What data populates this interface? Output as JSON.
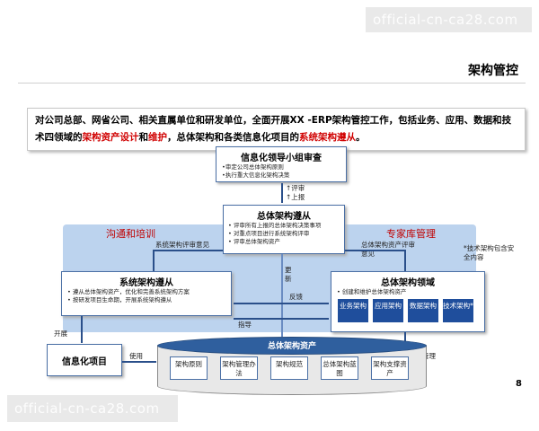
{
  "page_title": "架构管控",
  "intro": {
    "part1": "对公司总部、网省公司、相关直属单位和研发单位，全面开展XX -ERP架构管控工作，包括业务、应用、数据和技术四领域的",
    "red1": "架构资产设计",
    "mid": "和",
    "red2": "维护",
    "part2": "，总体架构和各类信息化项目的",
    "red3": "系统架构遵从",
    "end": "。"
  },
  "leader_box": {
    "title": "信息化领导小组审查",
    "items": [
      "•审定公司总体架构原则",
      "•执行重大信息化架构决策"
    ]
  },
  "review_label": "↑评审",
  "report_label": "↑上报",
  "overall_compliance": {
    "title": "总体架构遵从",
    "items": [
      "• 评审所有上报的总体架构决策事项",
      "• 对重点项目进行系统架构评审",
      "• 评审总体架构资产"
    ]
  },
  "band_left_label": "沟通和培训",
  "band_right_label": "专家库管理",
  "sys_review_label": "系统架构评审意见",
  "overall_review_label": "总体架构资产评审意见",
  "tech_note": "*技术架构包含安全内容",
  "system_compliance": {
    "title": "系统架构遵从",
    "items": [
      "• 遵从总体架构资产，优化和完善系统架构方案",
      "• 按研发项目生命期，开展系统架构遵从"
    ]
  },
  "domain_box": {
    "title": "总体架构领域",
    "items": [
      "• 创建和维护总体架构资产"
    ],
    "domains": [
      "业务架构",
      "应用架构",
      "数据架构",
      "技术架构*"
    ]
  },
  "feedback_label": "反馈",
  "guide_label": "指导",
  "vertical_label": "更新",
  "develop_label": "开展",
  "use_label": "使用",
  "manage_label": "管理",
  "it_project": "信息化项目",
  "assets": {
    "title": "总体架构资产",
    "items": [
      "架构原则",
      "架构管理办法",
      "架构规范",
      "总体架构蓝图",
      "架构支撑资产"
    ]
  },
  "page_number": "8",
  "watermark": "official-cn-ca28.com"
}
